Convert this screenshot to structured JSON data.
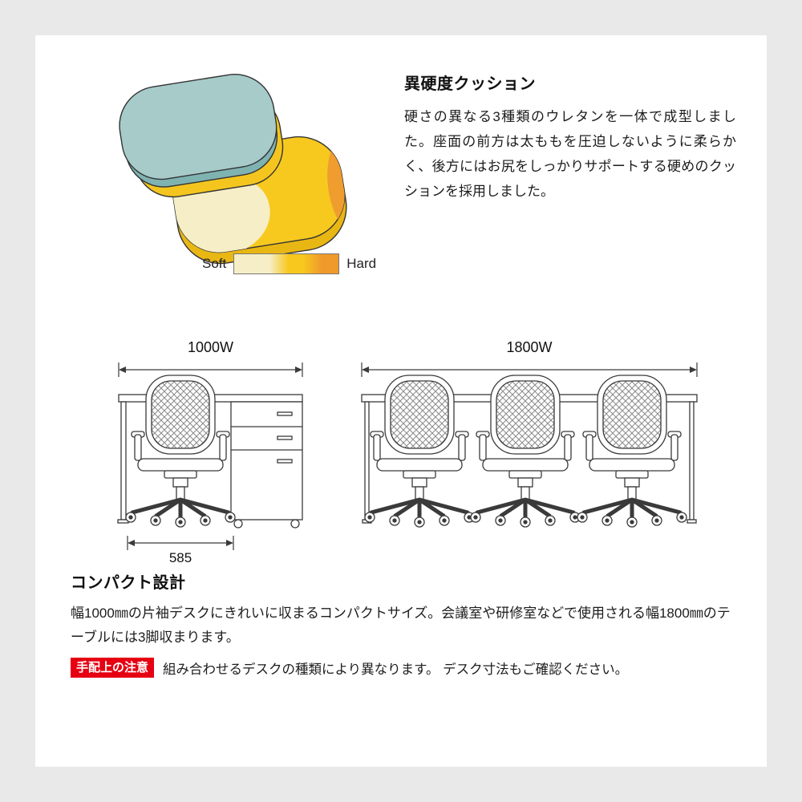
{
  "cushion_section": {
    "heading": "異硬度クッション",
    "body": "硬さの異なる3種類のウレタンを一体で成型しました。座面の前方は太ももを圧迫しないように柔らかく、後方にはお尻をしっかりサポートする硬めのクッションを採用しました。",
    "legend_soft": "Soft",
    "legend_hard": "Hard"
  },
  "diagram_section": {
    "desk_width": "1000W",
    "table_width": "1800W",
    "chair_width": "585"
  },
  "compact_section": {
    "heading": "コンパクト設計",
    "body": "幅1000㎜の片袖デスクにきれいに収まるコンパクトサイズ。会議室や研修室などで使用される幅1800㎜のテーブルには3脚収まります。",
    "note_badge": "手配上の注意",
    "note_text": "組み合わせるデスクの種類により異なります。 デスク寸法もご確認ください。"
  },
  "colors": {
    "badge_red": "#e60012",
    "soft_cream": "#f6eec6",
    "mid_yellow": "#f8c81e",
    "hard_orange": "#ef9a2a",
    "cushion_teal": "#a6cbc9",
    "cushion_yellow": "#f7c91f"
  }
}
